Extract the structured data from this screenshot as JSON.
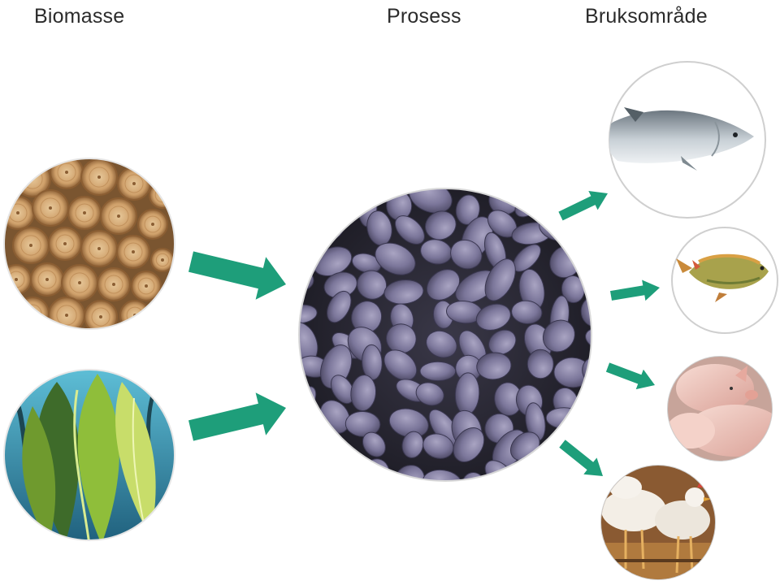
{
  "headings": {
    "biomass": "Biomasse",
    "process": "Prosess",
    "usage": "Bruksområde"
  },
  "nodes": {
    "biomass": [
      {
        "name": "wood-logs-image",
        "icon": "wood-logs"
      },
      {
        "name": "seaweed-image",
        "icon": "kelp-seaweed"
      }
    ],
    "process": {
      "name": "yeast-cells-image",
      "icon": "yeast-microscopy"
    },
    "usage": [
      {
        "name": "salmon-image",
        "icon": "salmon"
      },
      {
        "name": "tilapia-image",
        "icon": "tilapia-fish"
      },
      {
        "name": "pig-image",
        "icon": "piglets"
      },
      {
        "name": "chicken-image",
        "icon": "chickens"
      }
    ]
  },
  "colors": {
    "arrow": "#1e9e7a",
    "yeast": "#6f6a8a",
    "wood": "#c99a62",
    "seaweed": "#7fae2e",
    "water": "#2c8fb0",
    "salmon": "#8c9aa3",
    "pig": "#f2c9c1",
    "chicken": "#f1ece4"
  }
}
